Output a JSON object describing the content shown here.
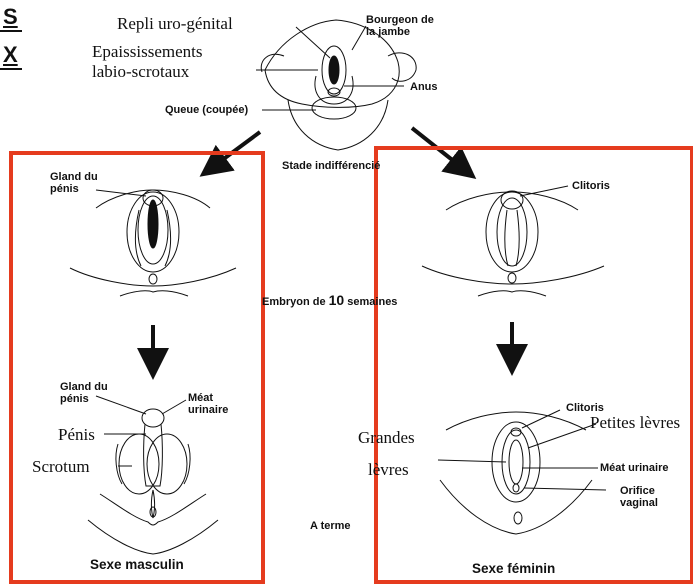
{
  "diagram": {
    "colors": {
      "frame": "#e53b1e",
      "ink": "#111111"
    },
    "fragments": {
      "top": "S",
      "bottom": "X"
    },
    "indifferent": {
      "repli": "Repli uro-génital",
      "epaississements_1": "Epaississements",
      "epaississements_2": "labio-scrotaux",
      "bourgeon_1": "Bourgeon de",
      "bourgeon_2": "la jambe",
      "anus": "Anus",
      "queue": "Queue (coupée)",
      "stade": "Stade indifférencié"
    },
    "embryon": {
      "prefix": "Embryon de",
      "number": "10",
      "suffix": "semaines"
    },
    "a_terme": "A terme",
    "male": {
      "gland_1": "Gland du",
      "gland_2": "pénis",
      "gland2_1": "Gland du",
      "gland2_2": "pénis",
      "meat_1": "Méat",
      "meat_2": "urinaire",
      "penis": "Pénis",
      "scrotum": "Scrotum",
      "title": "Sexe masculin"
    },
    "female": {
      "clitoris_top": "Clitoris",
      "clitoris": "Clitoris",
      "petites": "Petites lèvres",
      "grandes_1": "Grandes",
      "grandes_2": "lèvres",
      "meat": "Méat urinaire",
      "orifice_1": "Orifice",
      "orifice_2": "vaginal",
      "title": "Sexe féminin"
    }
  }
}
